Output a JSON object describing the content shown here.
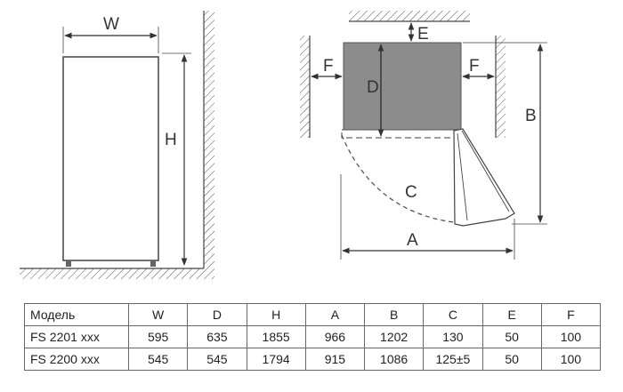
{
  "labels": {
    "W": "W",
    "H": "H",
    "E": "E",
    "F_left": "F",
    "F_right": "F",
    "D": "D",
    "B": "B",
    "C": "C",
    "A": "A"
  },
  "table": {
    "headers": [
      "Модель",
      "W",
      "D",
      "H",
      "A",
      "B",
      "C",
      "E",
      "F"
    ],
    "rows": [
      [
        "FS 2201 xxx",
        "595",
        "635",
        "1855",
        "966",
        "1202",
        "130",
        "50",
        "100"
      ],
      [
        "FS 2200 xxx",
        "545",
        "545",
        "1794",
        "915",
        "1086",
        "125±5",
        "50",
        "100"
      ]
    ]
  }
}
